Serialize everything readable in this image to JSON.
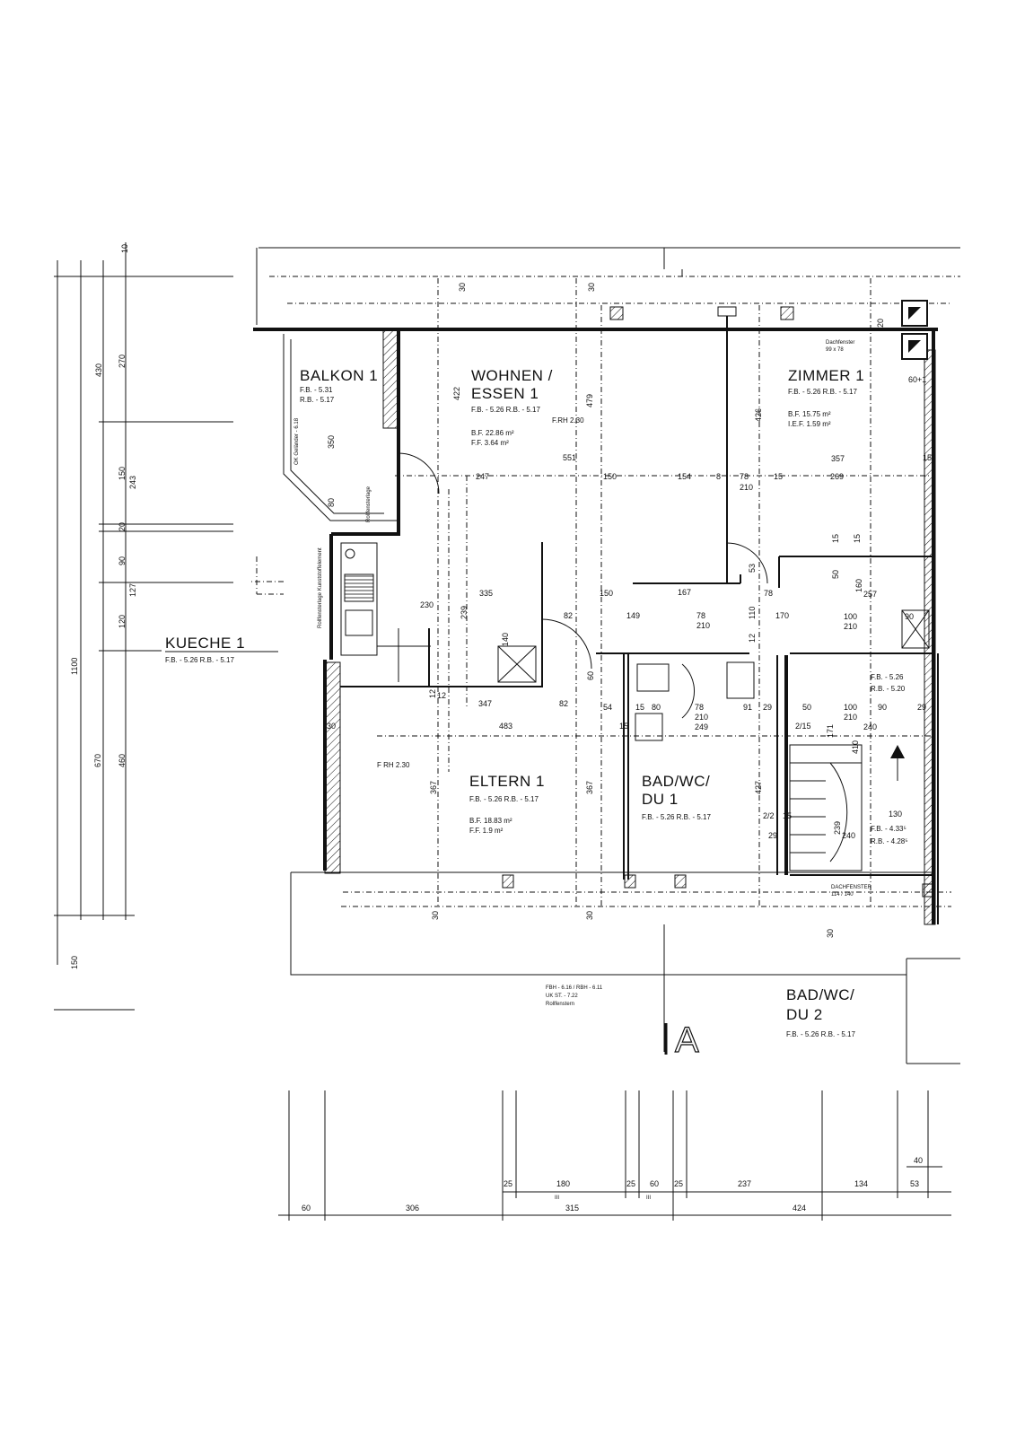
{
  "rooms": {
    "balkon": {
      "name": "BALKON 1",
      "fb": "F.B. - 5.31",
      "rb": "R.B. - 5.17"
    },
    "wohnen": {
      "name1": "WOHNEN /",
      "name2": "ESSEN  1",
      "fb_rb": "F.B. - 5.26  R.B. - 5.17",
      "frh": "F.RH  2.30",
      "bf": "B.F.  22.86 m²",
      "ff": "F.F.   3.64 m²"
    },
    "zimmer": {
      "name": "ZIMMER  1",
      "fb_rb": "F.B. - 5.26  R.B. - 5.17",
      "bf": "B.F.  15.75 m²",
      "ff": "I.E.F.  1.59 m²",
      "dachfenster1": "Dachfenster",
      "dachfenster2": "99 x 78"
    },
    "kueche": {
      "name": "KUECHE  1",
      "fb_rb": "F.B. - 5.26   R.B. - 5.17"
    },
    "eltern": {
      "name": "ELTERN  1",
      "fb_rb": "F.B. - 5.26   R.B. - 5.17",
      "bf": "B.F.  18.83 m²",
      "ff": "F.F.   1.9 m²",
      "frh": "F RH  2.30"
    },
    "bad1": {
      "name1": "BAD/WC/",
      "name2": "DU  1",
      "fb_rb": "F.B. - 5.26   R.B. - 5.17"
    },
    "bad2": {
      "name1": "BAD/WC/",
      "name2": "DU  2",
      "fb_rb": "F.B.  - 5.26   R.B. - 5.17"
    },
    "stair": {
      "fb": "F.B. - 5.26",
      "rb": "R.B. - 5.20",
      "fb2": "F.B. - 4.33⁵",
      "rb2": "R.B. - 4.28⁵",
      "window1": "DACHFENSTER",
      "window2": "114 / 140"
    },
    "misc": {
      "note1": "FBH - 6.16     / RBH - 6.11",
      "note2": "UK ST.  - 7.22",
      "note3": "Rollfenstern",
      "marker": "A",
      "gelaender": "OK Geländer - 6.18",
      "rollfenster": "Rollfensterlage",
      "kunst": "Rollfensterlage Kunststoffelement"
    }
  },
  "dims_left": [
    "10",
    "430",
    "270",
    "150",
    "243",
    "20",
    "90",
    "127",
    "120",
    "1100",
    "670",
    "460",
    "150"
  ],
  "dims_top": [
    "30",
    "30",
    "20",
    "60+1",
    "15"
  ],
  "dims_interior": [
    "422",
    "479",
    "551",
    "247",
    "150",
    "154",
    "8",
    "78",
    "210",
    "15",
    "269",
    "357",
    "426",
    "350",
    "80",
    "335",
    "239",
    "230",
    "82",
    "149",
    "78",
    "210",
    "167",
    "53",
    "170",
    "110",
    "12",
    "78",
    "150",
    "140",
    "12",
    "347",
    "82",
    "54",
    "15",
    "80",
    "78",
    "210",
    "249",
    "91",
    "29",
    "50",
    "100",
    "210",
    "90",
    "29",
    "240",
    "483",
    "367",
    "367",
    "427",
    "2/2",
    "29",
    "15",
    "239",
    "240",
    "130",
    "60",
    "12",
    "15",
    "30",
    "30",
    "30",
    "30",
    "257",
    "160",
    "90",
    "50",
    "15",
    "15",
    "100",
    "210",
    "2/15",
    "171",
    "410"
  ],
  "dims_bottom_upper": [
    "25",
    "180",
    "25",
    "60",
    "25",
    "237",
    "134",
    "53",
    "40"
  ],
  "dims_bottom_lower": [
    "60",
    "306",
    "315",
    "424"
  ],
  "dims_bottom_marks": [
    "III",
    "III"
  ]
}
